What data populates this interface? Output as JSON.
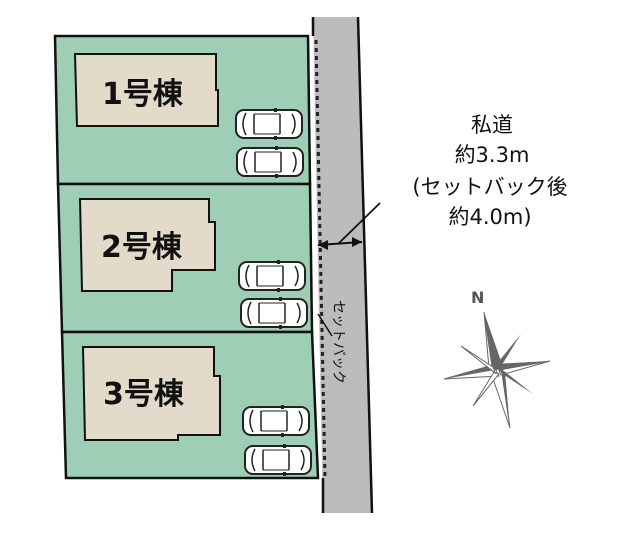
{
  "colors": {
    "lot_fill": "#9ecfb6",
    "building_fill": "#e2dbc9",
    "road_fill": "#bcbcbc",
    "outline": "#111111",
    "compass": "#666666"
  },
  "lots": [
    {
      "label": "1号棟",
      "parking_spaces": 2
    },
    {
      "label": "2号棟",
      "parking_spaces": 2
    },
    {
      "label": "3号棟",
      "parking_spaces": 2
    }
  ],
  "road": {
    "line1": "私道",
    "line2": "約3.3m",
    "line3": "(セットバック後",
    "line4": "約4.0m)",
    "setback_label": "セットバック"
  },
  "compass": {
    "north_label": "N"
  }
}
